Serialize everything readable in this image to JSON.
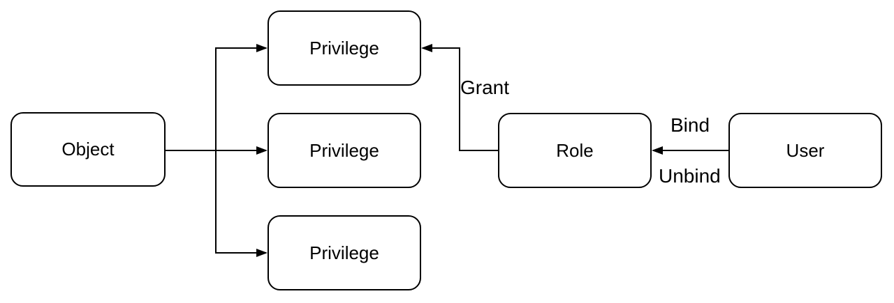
{
  "diagram": {
    "background_color": "#ffffff",
    "stroke_color": "#000000",
    "node_fill_color": "#ffffff",
    "nodes": [
      {
        "id": "object",
        "label": "Object"
      },
      {
        "id": "privilege-top",
        "label": "Privilege"
      },
      {
        "id": "privilege-middle",
        "label": "Privilege"
      },
      {
        "id": "privilege-bottom",
        "label": "Privilege"
      },
      {
        "id": "role",
        "label": "Role"
      },
      {
        "id": "user",
        "label": "User"
      }
    ],
    "edges": [
      {
        "from": "Object",
        "to": "Privilege (top)"
      },
      {
        "from": "Object",
        "to": "Privilege (middle)"
      },
      {
        "from": "Object",
        "to": "Privilege (bottom)"
      },
      {
        "from": "Role",
        "to": "Privilege (top)",
        "label": "Grant"
      },
      {
        "from": "User",
        "to": "Role",
        "label_above": "Bind",
        "label_below": "Unbind"
      }
    ]
  }
}
